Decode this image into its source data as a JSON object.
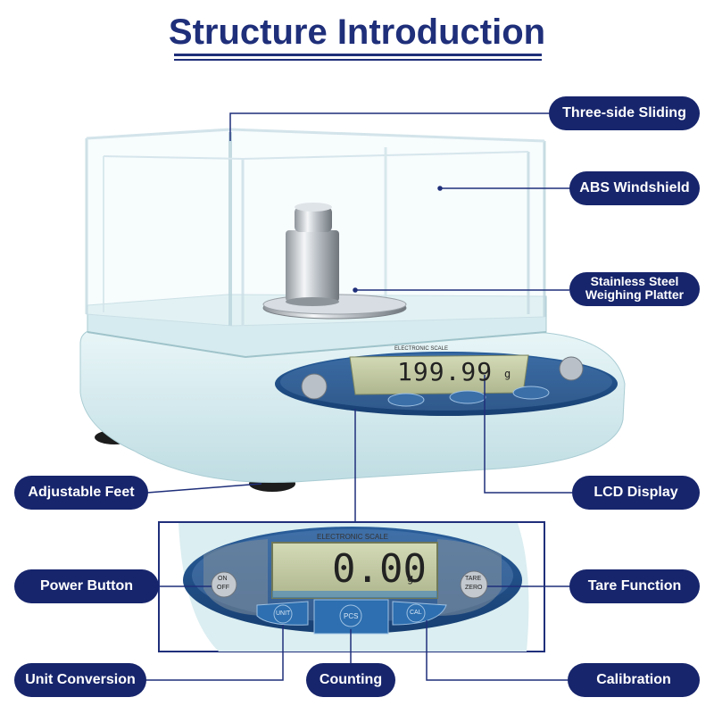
{
  "title": "Structure Introduction",
  "labels": {
    "three_side": "Three-side Sliding",
    "abs": "ABS Windshield",
    "platter_l1": "Stainless Steel",
    "platter_l2": "Weighing Platter",
    "feet": "Adjustable Feet",
    "lcd": "LCD Display",
    "power": "Power Button",
    "tare": "Tare Function",
    "unit_conv": "Unit Conversion",
    "counting": "Counting",
    "calibration": "Calibration"
  },
  "scale_top": {
    "brand": "ELECTRONIC SCALE",
    "reading": "199.99",
    "unit": "g"
  },
  "panel": {
    "brand": "ELECTRONIC SCALE",
    "reading": "0.00",
    "unit": "g",
    "on": "ON",
    "off": "OFF",
    "tare": "TARE",
    "zero": "ZERO",
    "unit_btn": "UNIT",
    "pcs_btn": "PCS",
    "cal_btn": "CAL"
  },
  "colors": {
    "navy": "#17256c",
    "title": "#1f2f7a",
    "body": "#dbeef1",
    "lcd": "#c7cfa8",
    "button": "#2d6fb0"
  }
}
